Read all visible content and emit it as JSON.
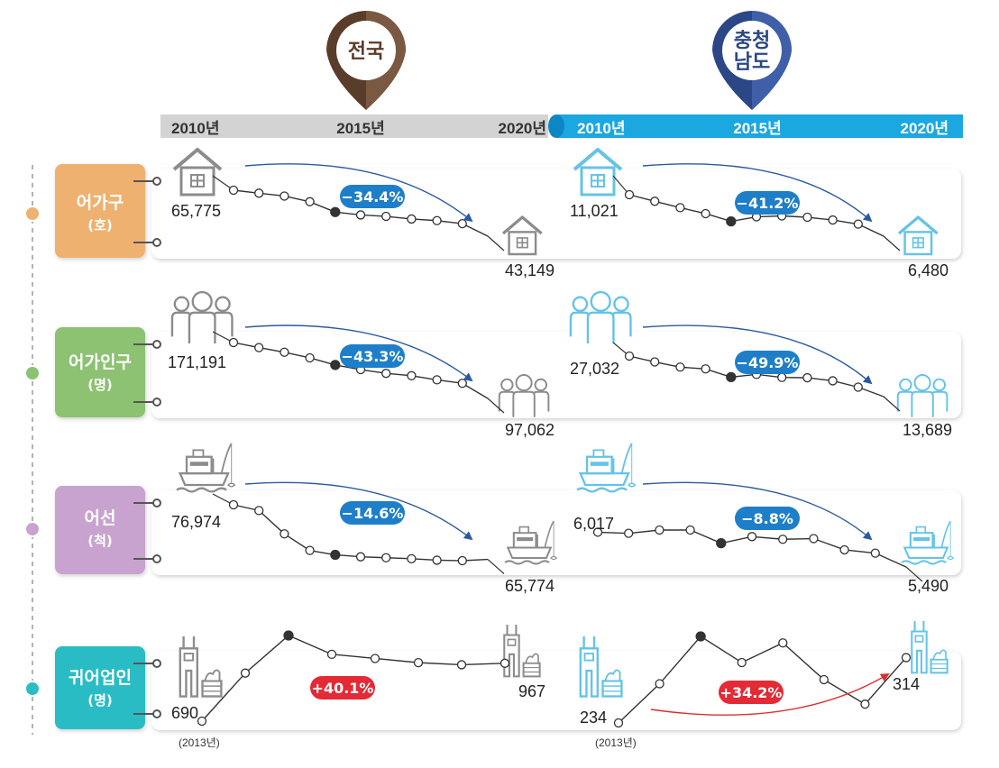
{
  "regions": [
    {
      "name": "전국",
      "pin_color": "#7a5842",
      "pin_color_dark": "#5a3c2a",
      "axis_years": [
        "2010년",
        "2015년",
        "2020년"
      ]
    },
    {
      "name": "충청\n남도",
      "pin_color": "#3f5fa8",
      "pin_color_dark": "#2b4785",
      "axis_years": [
        "2010년",
        "2015년",
        "2020년"
      ]
    }
  ],
  "chart_data": [
    {
      "type": "line",
      "metric": "어가구",
      "unit": "(호)",
      "region": "전국",
      "x": [
        2010,
        2011,
        2012,
        2013,
        2014,
        2015,
        2016,
        2017,
        2018,
        2019,
        2020
      ],
      "values": [
        65775,
        64300,
        62900,
        60100,
        55000,
        53600,
        52900,
        51600,
        50800,
        49300,
        43149
      ],
      "highlight_year": 2014,
      "start_label": "65,775",
      "end_label": "43,149",
      "change_label": "−34.4%"
    },
    {
      "type": "line",
      "metric": "어가구",
      "unit": "(호)",
      "region": "충청남도",
      "x": [
        2010,
        2011,
        2012,
        2013,
        2014,
        2015,
        2016,
        2017,
        2018,
        2019,
        2020
      ],
      "values": [
        11021,
        10300,
        9600,
        8950,
        8100,
        8600,
        8700,
        8550,
        8250,
        7800,
        6480
      ],
      "highlight_year": 2014,
      "start_label": "11,021",
      "end_label": "6,480",
      "change_label": "−41.2%"
    },
    {
      "type": "line",
      "metric": "어가인구",
      "unit": "(명)",
      "region": "전국",
      "x": [
        2010,
        2011,
        2012,
        2013,
        2014,
        2015,
        2016,
        2017,
        2018,
        2019,
        2020
      ],
      "values": [
        171191,
        164500,
        158300,
        150900,
        141400,
        135300,
        130300,
        127200,
        121700,
        117100,
        97062
      ],
      "highlight_year": 2014,
      "start_label": "171,191",
      "end_label": "97,062",
      "change_label": "−43.3%"
    },
    {
      "type": "line",
      "metric": "어가인구",
      "unit": "(명)",
      "region": "충청남도",
      "x": [
        2010,
        2011,
        2012,
        2013,
        2014,
        2015,
        2016,
        2017,
        2018,
        2019,
        2020
      ],
      "values": [
        27032,
        25100,
        23400,
        22800,
        20100,
        21000,
        20000,
        19900,
        18900,
        16800,
        13689
      ],
      "highlight_year": 2014,
      "start_label": "27,032",
      "end_label": "13,689",
      "change_label": "−49.9%"
    },
    {
      "type": "line",
      "metric": "어선",
      "unit": "(척)",
      "region": "전국",
      "x": [
        2010,
        2011,
        2012,
        2013,
        2014,
        2015,
        2016,
        2017,
        2018,
        2019,
        2020
      ],
      "values": [
        76974,
        75800,
        71000,
        67600,
        66700,
        66300,
        66100,
        65900,
        65600,
        65500,
        65774
      ],
      "highlight_year": 2014,
      "start_label": "76,974",
      "end_label": "65,774",
      "change_label": "−14.6%"
    },
    {
      "type": "line",
      "metric": "어선",
      "unit": "(척)",
      "region": "충청남도",
      "x": [
        2010,
        2011,
        2012,
        2013,
        2014,
        2015,
        2016,
        2017,
        2018,
        2019,
        2020
      ],
      "values": [
        6017,
        6000,
        6050,
        6050,
        5850,
        5950,
        5910,
        5920,
        5750,
        5700,
        5490
      ],
      "highlight_year": 2014,
      "start_label": "6,017",
      "end_label": "5,490",
      "change_label": "−8.8%"
    },
    {
      "type": "line",
      "metric": "귀어업인",
      "unit": "(명)",
      "region": "전국",
      "x": [
        2013,
        2014,
        2015,
        2016,
        2017,
        2018,
        2019,
        2020
      ],
      "values": [
        690,
        920,
        1100,
        1010,
        990,
        970,
        960,
        967
      ],
      "highlight_year": 2015,
      "start_label": "690",
      "end_label": "967",
      "change_label": "+40.1%",
      "start_note": "(2013년)"
    },
    {
      "type": "line",
      "metric": "귀어업인",
      "unit": "(명)",
      "region": "충청남도",
      "x": [
        2013,
        2014,
        2015,
        2016,
        2017,
        2018,
        2019,
        2020
      ],
      "values": [
        234,
        282,
        340,
        308,
        332,
        287,
        257,
        314
      ],
      "highlight_year": 2015,
      "start_label": "234",
      "end_label": "314",
      "change_label": "+34.2%",
      "start_note": "(2013년)"
    }
  ],
  "rows": [
    {
      "label": "어가구",
      "unit": "(호)",
      "color": "#efb170",
      "dot": "#efb170"
    },
    {
      "label": "어가인구",
      "unit": "(명)",
      "color": "#8cc272",
      "dot": "#8cc272"
    },
    {
      "label": "어선",
      "unit": "(척)",
      "color": "#c8a3cf",
      "dot": "#c8a3cf"
    },
    {
      "label": "귀어업인",
      "unit": "(명)",
      "color": "#2bbcc5",
      "dot": "#2bbcc5"
    }
  ],
  "colors": {
    "decrease_badge": "#1e7fc8",
    "increase_badge": "#e32a35",
    "national_icon": "#8c8c8c",
    "province_icon": "#64c3e8",
    "decrease_arrow": "#2a5aa0",
    "increase_arrow": "#d9302f",
    "axis_gray": "#d3d3d3",
    "axis_blue": "#1ba7e0"
  }
}
